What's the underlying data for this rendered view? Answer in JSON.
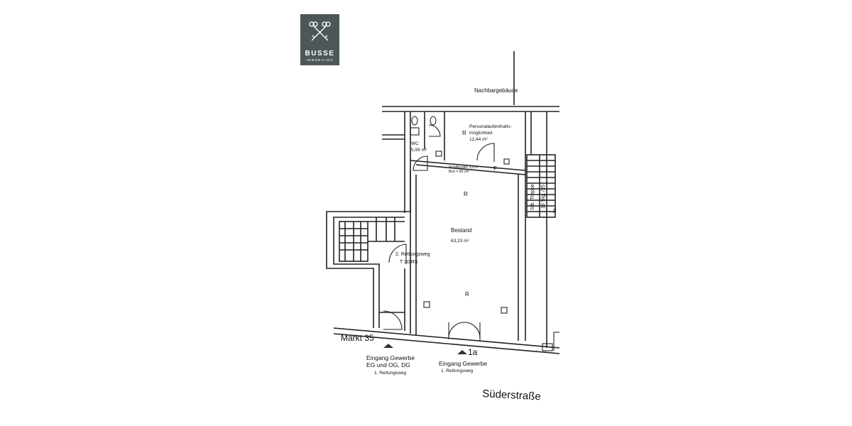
{
  "logo": {
    "brand": "BUSSE",
    "sub": "IMMOBILIEN",
    "icon": "crossed-keys-icon"
  },
  "labels": {
    "neighbor": "Nachbargebäude",
    "staff_room_1": "Personalaufenthalts-",
    "staff_room_2": "möglichkeit",
    "staff_room_area": "12,44 m²",
    "wc": "WC",
    "wc_area": "5,99 m²",
    "window_1": "Sichtfenster, 3,0 m",
    "window_2": "Brst = 90 cm",
    "main_room": "Bestand",
    "main_room_area": "63,23 m²",
    "stair_1": "Stb.-Treppe",
    "stair_2": "19 Stg. /25",
    "escape_1": "2. Rettungsweg",
    "escape_2": "T 30/RS",
    "street_left": "Markt 35",
    "entrance_left_1": "Eingang Gewerbe",
    "entrance_left_2": "EG und OG, DG",
    "entrance_left_3": "1. Rettungsweg",
    "house_number": "1a",
    "entrance_right_1": "Eingang Gewerbe",
    "entrance_right_2": "1. Rettungsweg",
    "street_main": "Süderstraße",
    "mark_r": "R",
    "mark_f": "F"
  }
}
